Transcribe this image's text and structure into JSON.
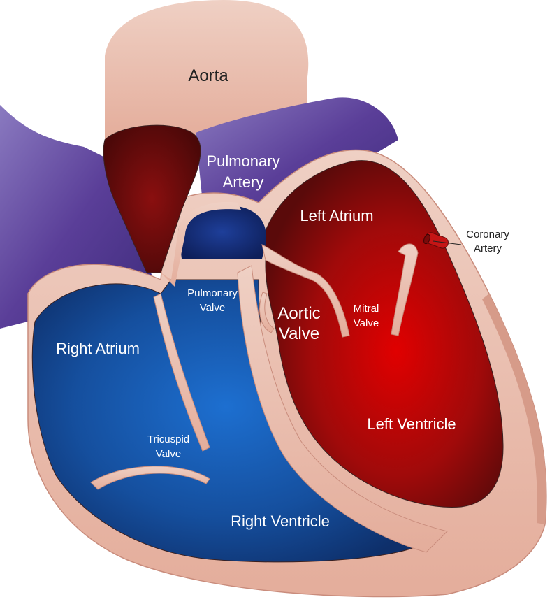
{
  "labels": {
    "aorta": "Aorta",
    "pulmonary_artery_line1": "Pulmonary",
    "pulmonary_artery_line2": "Artery",
    "left_atrium": "Left Atrium",
    "coronary_artery_line1": "Coronary",
    "coronary_artery_line2": "Artery",
    "pulmonary_valve_line1": "Pulmonary",
    "pulmonary_valve_line2": "Valve",
    "aortic_valve_line1": "Aortic",
    "aortic_valve_line2": "Valve",
    "mitral_valve_line1": "Mitral",
    "mitral_valve_line2": "Valve",
    "right_atrium": "Right Atrium",
    "tricuspid_valve_line1": "Tricuspid",
    "tricuspid_valve_line2": "Valve",
    "left_ventricle": "Left Ventricle",
    "right_ventricle": "Right Ventricle"
  },
  "colors": {
    "tissue": "#e8b4a4",
    "tissue_dark": "#c98c7c",
    "deoxygenated_blood": "#1c4f9c",
    "oxygenated_blood": "#b01010",
    "vena_cava": "#6a5aa8",
    "outline": "#3a2020"
  }
}
